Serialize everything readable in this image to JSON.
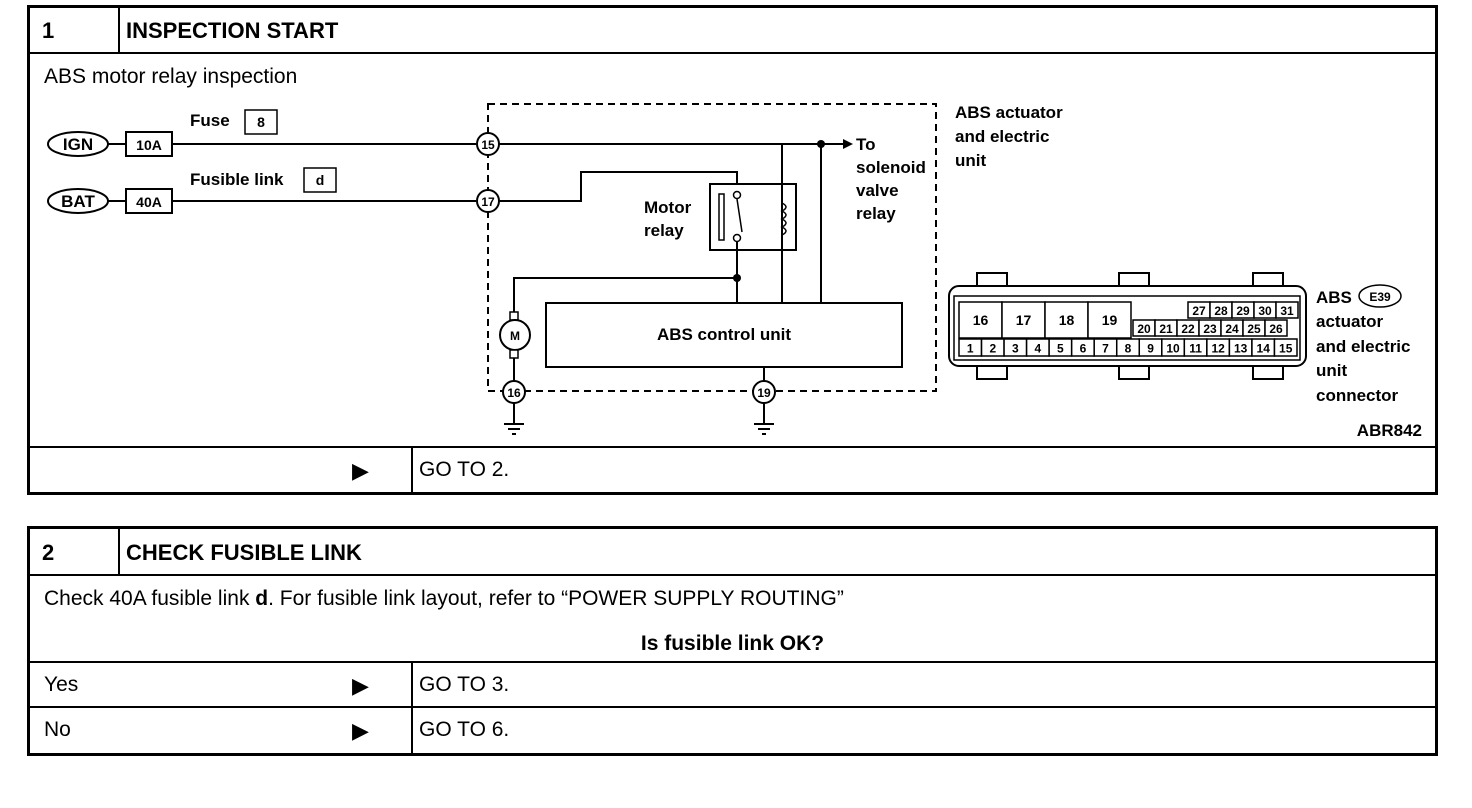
{
  "step1": {
    "number": "1",
    "title": "INSPECTION START",
    "subtitle": "ABS motor relay inspection",
    "diagram": {
      "ign_label": "IGN",
      "bat_label": "BAT",
      "fuse_10a": "10A",
      "fuse_40a": "40A",
      "fuse_text": "Fuse",
      "fuse_id": "8",
      "fusible_link_text": "Fusible link",
      "fusible_link_id": "d",
      "pin_15": "15",
      "pin_17": "17",
      "pin_16": "16",
      "pin_19": "19",
      "to_line1": "To",
      "to_line2": "solenoid",
      "to_line3": "valve",
      "to_line4": "relay",
      "unit_line1": "ABS actuator",
      "unit_line2": "and electric",
      "unit_line3": "unit",
      "motor_relay_line1": "Motor",
      "motor_relay_line2": "relay",
      "motor_symbol": "M",
      "control_unit": "ABS control unit",
      "connector_label_line1": "ABS",
      "connector_code": "E39",
      "connector_label_line2": "actuator",
      "connector_label_line3": "and electric",
      "connector_label_line4": "unit",
      "connector_label_line5": "connector",
      "figure_code": "ABR842",
      "connector_big_pins": [
        "16",
        "17",
        "18",
        "19"
      ],
      "connector_row_a": [
        "27",
        "28",
        "29",
        "30",
        "31"
      ],
      "connector_row_b": [
        "20",
        "21",
        "22",
        "23",
        "24",
        "25",
        "26"
      ],
      "connector_row_c": [
        "1",
        "2",
        "3",
        "4",
        "5",
        "6",
        "7",
        "8",
        "9",
        "10",
        "11",
        "12",
        "13",
        "14",
        "15"
      ]
    },
    "arrow": "▶",
    "result": "GO TO 2."
  },
  "step2": {
    "number": "2",
    "title": "CHECK FUSIBLE LINK",
    "instruction_pre": "Check 40A fusible link ",
    "instruction_bold": "d",
    "instruction_post": ". For fusible link layout, refer to “POWER SUPPLY ROUTING”",
    "question": "Is fusible link OK?",
    "yes_label": "Yes",
    "yes_result": "GO TO 3.",
    "no_label": "No",
    "no_result": "GO TO 6.",
    "arrow": "▶"
  }
}
